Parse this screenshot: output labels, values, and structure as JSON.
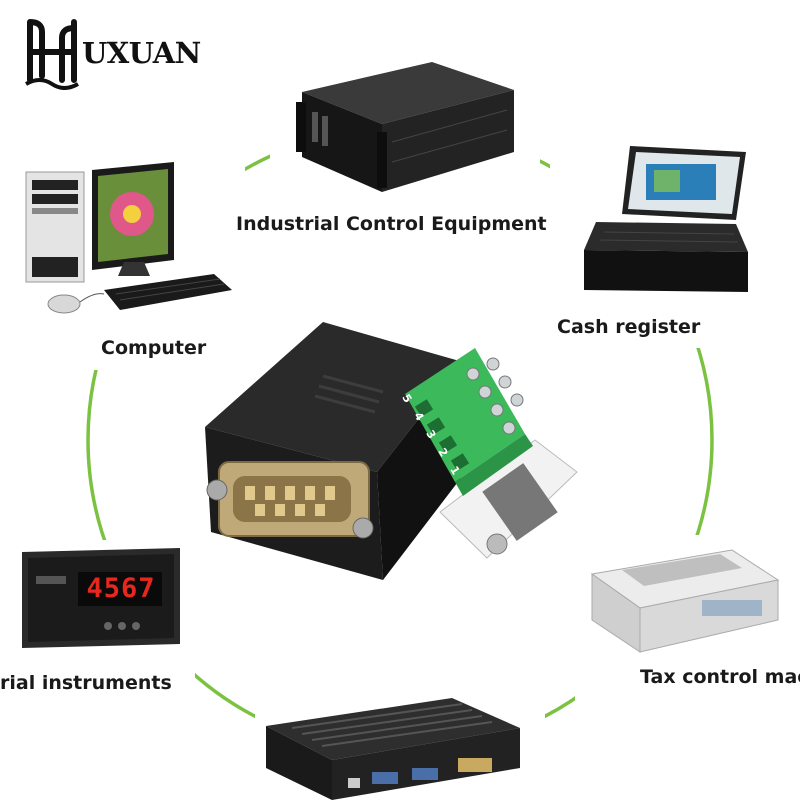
{
  "brand": {
    "name": "UXUAN",
    "logo_letter": "H"
  },
  "colors": {
    "ring": "#7cc242",
    "device_dark": "#1e1e1e",
    "terminal_green": "#3cb95a",
    "display_red": "#e8281e"
  },
  "devices": {
    "top": {
      "label": "Industrial Control Equipment",
      "icon": "rack-server-icon"
    },
    "upper_left": {
      "label": "Computer",
      "icon": "desktop-computer-icon"
    },
    "upper_right": {
      "label": "Cash register",
      "icon": "cash-register-icon"
    },
    "lower_left": {
      "label": "rial instruments",
      "icon": "panel-meter-icon",
      "display": "4567"
    },
    "lower_right": {
      "label": "Tax control mac",
      "icon": "printer-icon"
    },
    "bottom": {
      "label": "",
      "icon": "industrial-pc-icon"
    }
  },
  "center": {
    "icon": "db9-terminal-adapter-icon",
    "pins": [
      "5",
      "4",
      "3",
      "2",
      "1"
    ]
  }
}
